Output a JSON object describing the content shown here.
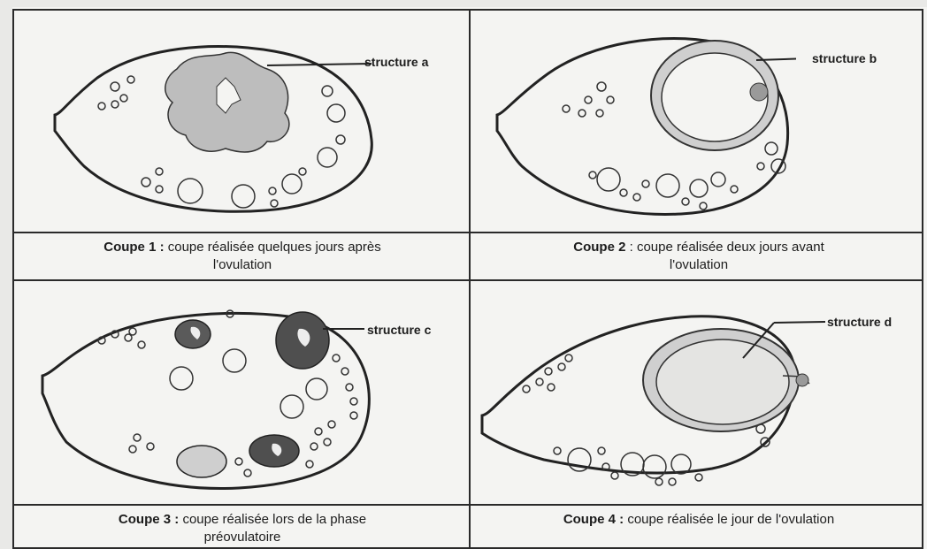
{
  "labels": {
    "a": "structure a",
    "b": "structure b",
    "c": "structure c",
    "d": "structure d"
  },
  "captions": [
    {
      "title": "Coupe 1 :",
      "line1": "coupe réalisée quelques jours après",
      "line2": "l'ovulation"
    },
    {
      "title": "Coupe 2",
      "line1": ": coupe réalisée deux jours avant",
      "line2": "l'ovulation"
    },
    {
      "title": "Coupe 3 :",
      "line1": "coupe réalisée lors de la phase",
      "line2": "préovulatoire"
    },
    {
      "title": "Coupe 4 :",
      "line1": "coupe réalisée le jour de l'ovulation",
      "line2": ""
    }
  ]
}
